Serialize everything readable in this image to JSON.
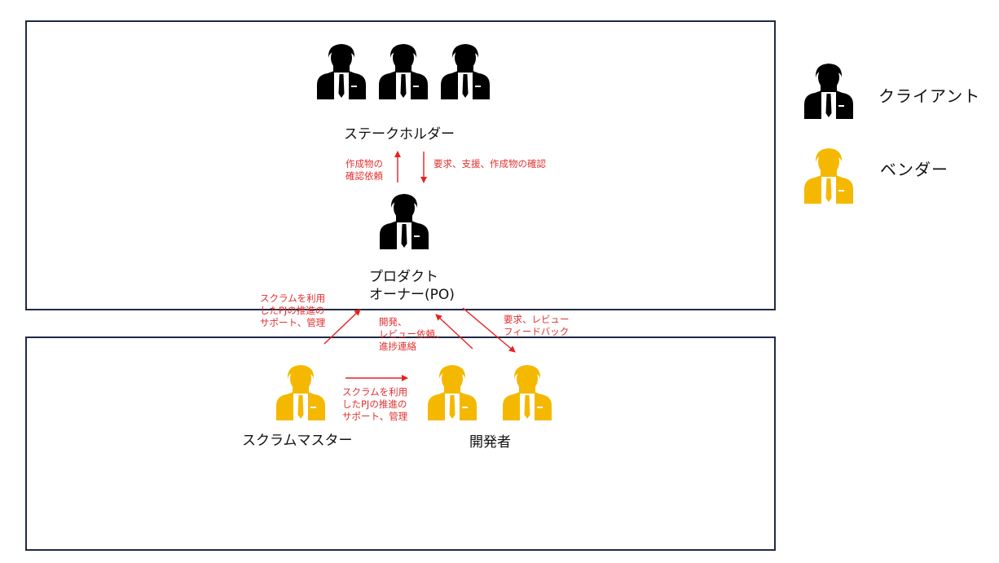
{
  "colors": {
    "client": "#000000",
    "vendor": "#f5b800",
    "arrow": "#e82020",
    "box_border": "#1f2a44"
  },
  "icons": {
    "person": "person-suit-icon"
  },
  "labels": {
    "stakeholder": "ステークホルダー",
    "po": "プロダクト\nオーナー(PO)",
    "scrum_master": "スクラムマスター",
    "developers": "開発者"
  },
  "legend": {
    "client": "クライアント",
    "vendor": "ベンダー"
  },
  "arrow_notes": {
    "po_to_sh": "作成物の\n確認依頼",
    "sh_to_po": "要求、支援、作成物の確認",
    "sm_to_po": "スクラムを利用\nしたPJの推進の\nサポート、管理",
    "dev_to_po": "開発、\nレビュー依頼、\n進捗連絡",
    "po_to_dev": "要求、レビュー\nフィードバック",
    "sm_to_dev": "スクラムを利用\nしたPJの推進の\nサポート、管理"
  }
}
